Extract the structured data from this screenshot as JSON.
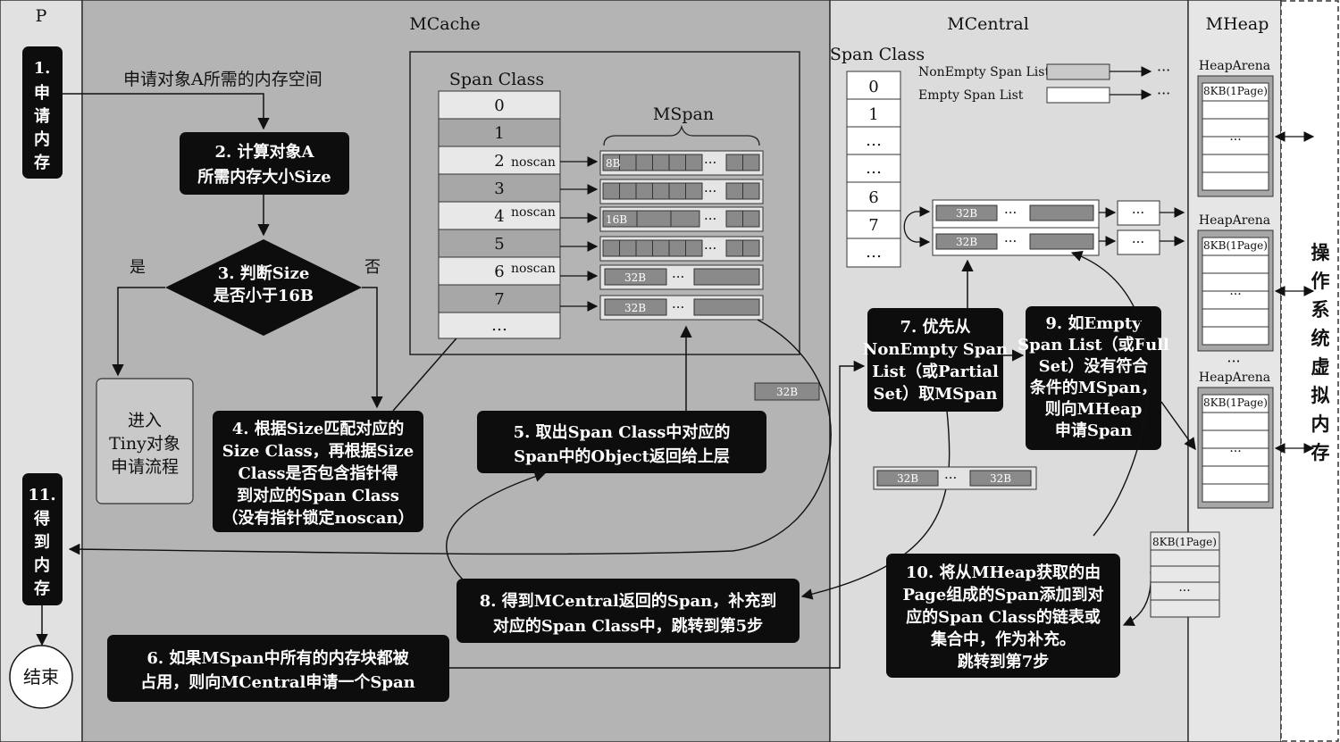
{
  "lanes": {
    "p": "P",
    "mcache": "MCache",
    "mcentral": "MCentral",
    "mheap": "MHeap",
    "os": [
      "操",
      "作",
      "系",
      "统",
      "虚",
      "拟",
      "内",
      "存"
    ]
  },
  "steps": {
    "s1": [
      "1.",
      "申",
      "请",
      "内",
      "存"
    ],
    "s1_edge": "申请对象A所需的内存空间",
    "s2": [
      "2. 计算对象A",
      "所需内存大小Size"
    ],
    "s3": [
      "3. 判断Size",
      "是否小于16B"
    ],
    "yes": "是",
    "no": "否",
    "tiny": [
      "进入",
      "Tiny对象",
      "申请流程"
    ],
    "s4": [
      "4. 根据Size匹配对应的",
      "Size Class，再根据Size",
      "Class是否包含指针得",
      "到对应的Span Class",
      "（没有指针锁定noscan）"
    ],
    "s5": [
      "5. 取出Span Class中对应的",
      "Span中的Object返回给上层"
    ],
    "s6": [
      "6. 如果MSpan中所有的内存块都被",
      "占用，则向MCentral申请一个Span"
    ],
    "s7": [
      "7. 优先从",
      "NonEmpty Span",
      "List（或Partial",
      "Set）取MSpan"
    ],
    "s8": [
      "8. 得到MCentral返回的Span，补充到",
      "对应的Span Class中，跳转到第5步"
    ],
    "s9": [
      "9. 如Empty",
      "Span List（或Full",
      "Set）没有符合",
      "条件的MSpan，",
      "则向MHeap",
      "申请Span"
    ],
    "s10": [
      "10. 将从MHeap获取的由",
      "Page组成的Span添加到对",
      "应的Span Class的链表或",
      "集合中，作为补充。",
      "跳转到第7步"
    ],
    "s11": [
      "11.",
      "得",
      "到",
      "内",
      "存"
    ],
    "end": "结束"
  },
  "mcache": {
    "span_class_title": "Span Class",
    "rows": [
      "0",
      "1",
      "2",
      "3",
      "4",
      "5",
      "6",
      "7",
      "…"
    ],
    "noscan": "noscan",
    "mspan_title": "MSpan",
    "labels": {
      "b8": "8B",
      "b16": "16B",
      "b32": "32B"
    },
    "dots": "···"
  },
  "mcentral": {
    "span_class_title": "Span Class",
    "rows": [
      "0",
      "1",
      "…",
      "…",
      "6",
      "7",
      "…"
    ],
    "nonempty": "NonEmpty Span List",
    "empty": "Empty Span List",
    "dots": "···",
    "b32": "32B"
  },
  "mheap": {
    "arena": "HeapArena",
    "page": "8KB(1Page)",
    "dots": "···",
    "vdots": "···"
  }
}
